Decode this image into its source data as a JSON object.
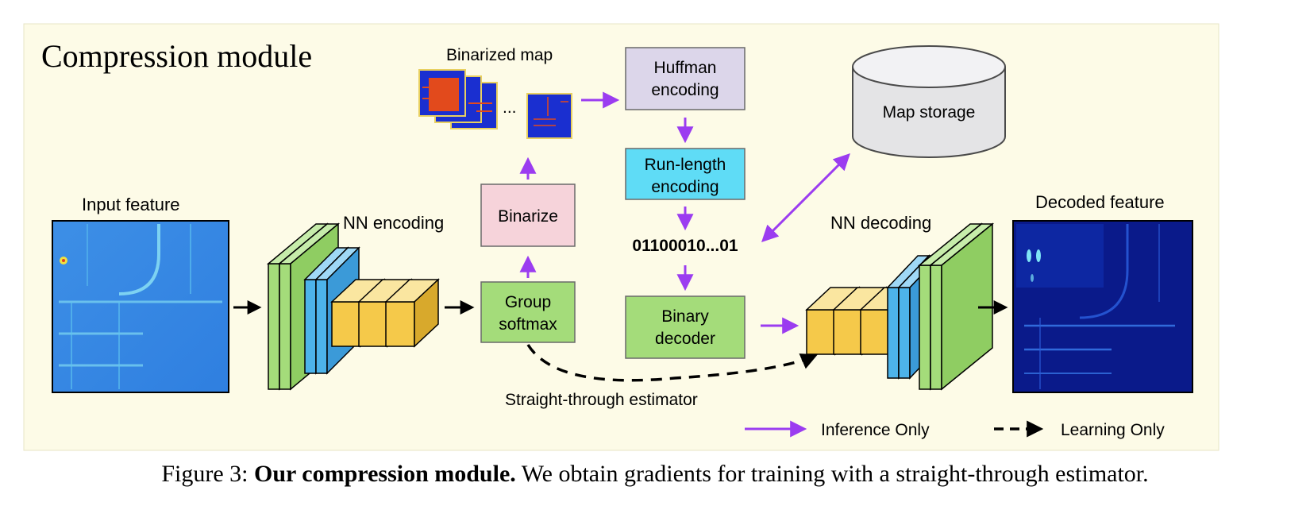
{
  "module_title": "Compression module",
  "labels": {
    "input_feature": "Input feature",
    "nn_encoding": "NN encoding",
    "binarized_map": "Binarized map",
    "ellipsis": "...",
    "nn_decoding": "NN decoding",
    "decoded_feature": "Decoded feature",
    "bitstream": "01100010...01",
    "straight_through": "Straight-through estimator"
  },
  "boxes": {
    "group_softmax_line1": "Group",
    "group_softmax_line2": "softmax",
    "binarize": "Binarize",
    "huffman_line1": "Huffman",
    "huffman_line2": "encoding",
    "runlength_line1": "Run-length",
    "runlength_line2": "encoding",
    "binary_decoder_line1": "Binary",
    "binary_decoder_line2": "decoder",
    "map_storage": "Map storage"
  },
  "legend": {
    "inference": "Inference Only",
    "learning": "Learning Only"
  },
  "caption": {
    "prefix": "Figure 3: ",
    "bold": "Our compression module.",
    "rest": " We obtain gradients for training with a straight-through estimator."
  },
  "colors": {
    "panel_bg": "#fdfbe7",
    "inference_arrow": "#9b3cf0",
    "green_block": "#a4dc7a",
    "blue_block": "#4db3ea",
    "yellow_block": "#f5c94a",
    "pink_box": "#f6d3da",
    "purple_box": "#dcd6ea",
    "cyan_box": "#5fdcf6"
  }
}
